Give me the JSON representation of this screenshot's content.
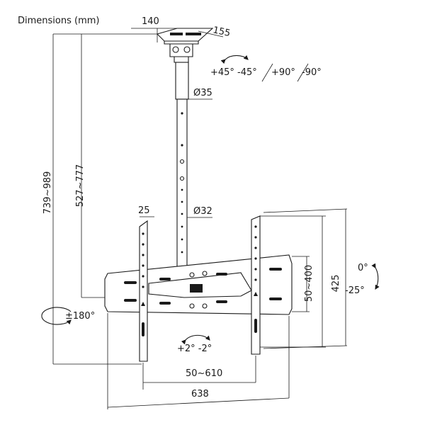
{
  "title": "Dimensions (mm)",
  "dims": {
    "top_width": "140",
    "top_depth": "155",
    "tube_upper_dia": "Ø35",
    "tube_lower_dia": "Ø32",
    "total_height": "739~989",
    "pole_height": "527~777",
    "arm_width": "25",
    "vesa_h": "50~610",
    "plate_width": "638",
    "vesa_v": "50~400",
    "plate_height": "425"
  },
  "rotations": {
    "tilt_top_a": "+45°",
    "tilt_top_b": "-45°",
    "turn_a": "+90°",
    "turn_b": "-90°",
    "swivel": "±180°",
    "level": "+2° -2°",
    "tilt_a": "0°",
    "tilt_b": "-25°"
  }
}
